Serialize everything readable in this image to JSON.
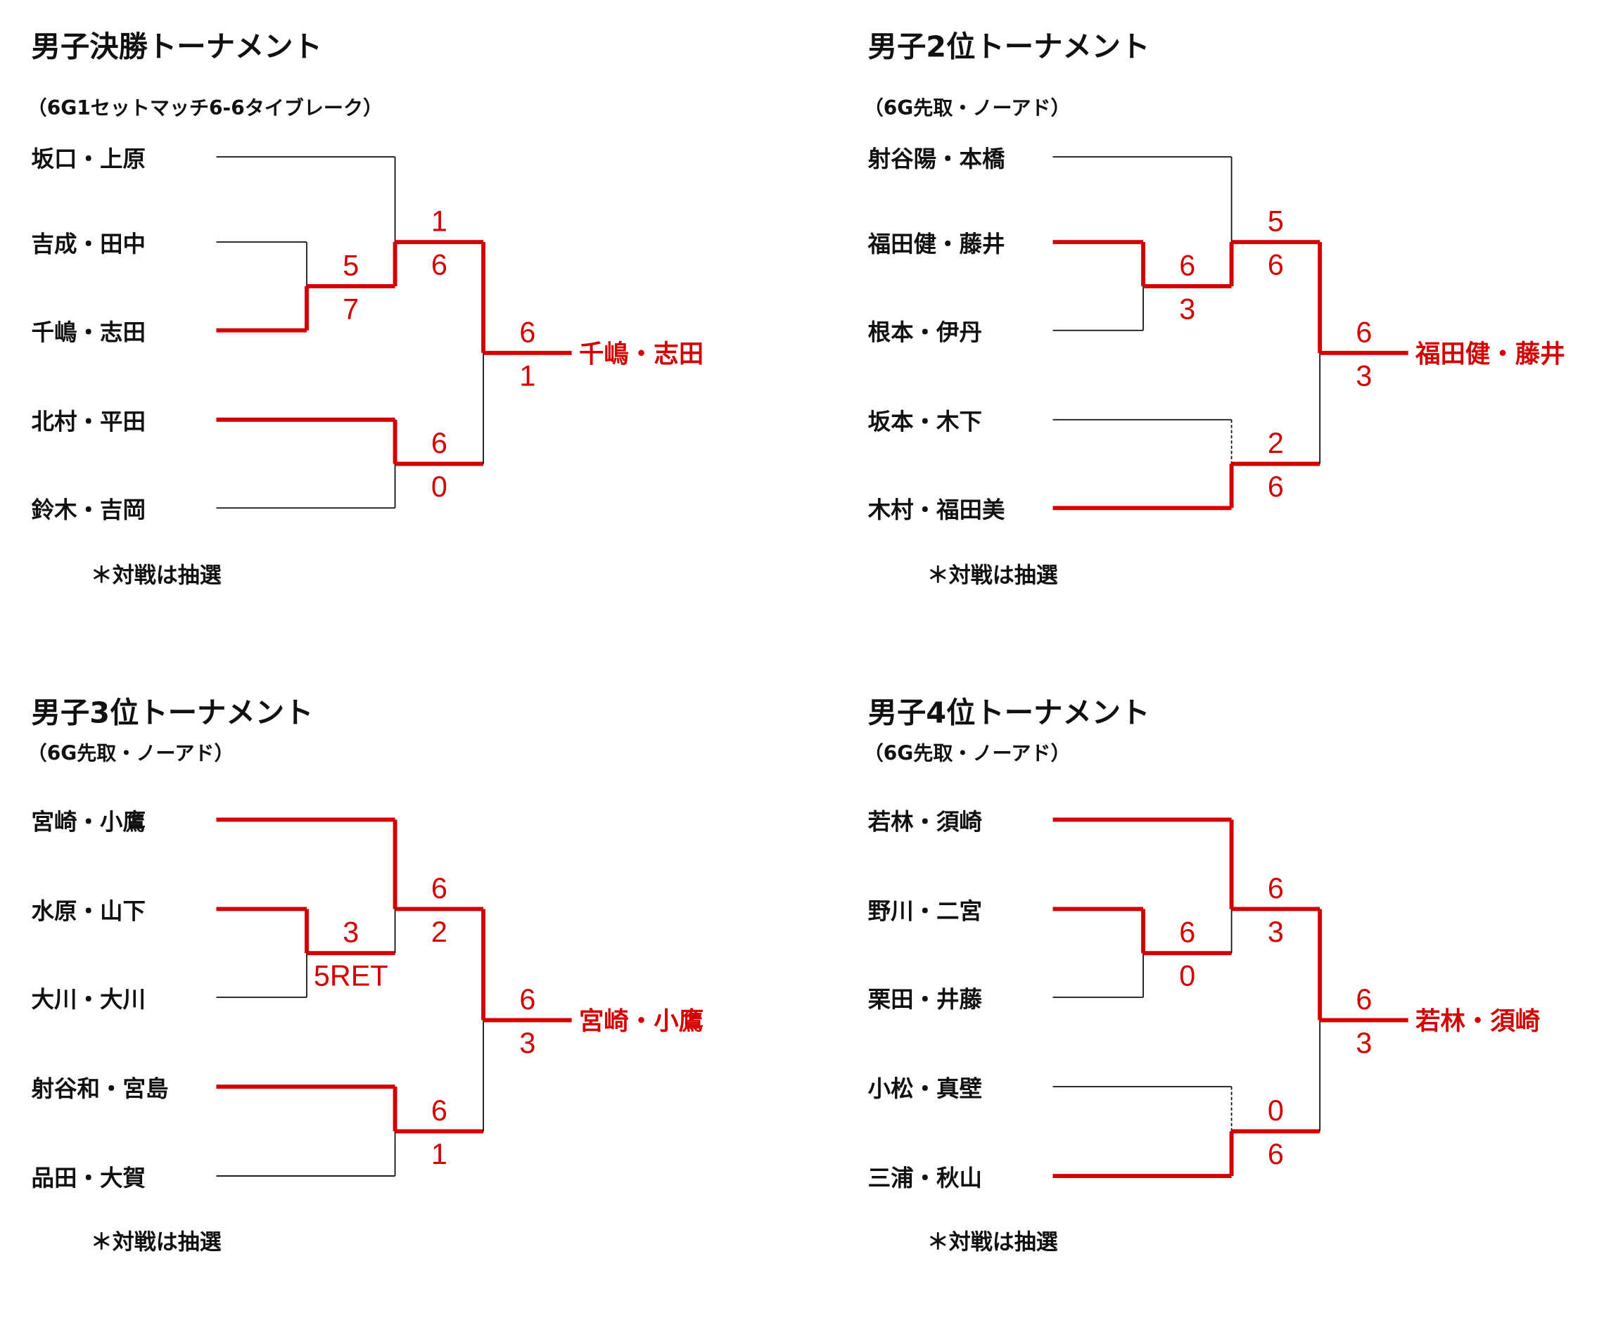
{
  "colors": {
    "accent": "#d40000",
    "text": "#111111"
  },
  "panels": [
    {
      "title": "男子決勝トーナメント",
      "subtitle": "（6G1セットマッチ6-6タイブレーク）",
      "note": "＊対戦は抽選",
      "players": [
        "坂口・上原",
        "吉成・田中",
        "千嶋・志田",
        "北村・平田",
        "鈴木・吉岡"
      ],
      "r1": {
        "scores": [
          "5",
          "7"
        ],
        "winner": "bottom"
      },
      "semi_top": {
        "scores": [
          "1",
          "6"
        ],
        "winner": "bottom"
      },
      "semi_bottom": {
        "scores": [
          "6",
          "0"
        ],
        "winner": "top",
        "top_line_dashed": false
      },
      "final": {
        "scores": [
          "6",
          "1"
        ],
        "winner": "top"
      },
      "champion": "千嶋・志田"
    },
    {
      "title": "男子2位トーナメント",
      "subtitle": "（6G先取・ノーアド）",
      "note": "＊対戦は抽選",
      "players": [
        "射谷陽・本橋",
        "福田健・藤井",
        "根本・伊丹",
        "坂本・木下",
        "木村・福田美"
      ],
      "r1": {
        "scores": [
          "6",
          "3"
        ],
        "winner": "top"
      },
      "semi_top": {
        "scores": [
          "5",
          "6"
        ],
        "winner": "bottom"
      },
      "semi_bottom": {
        "scores": [
          "2",
          "6"
        ],
        "winner": "bottom",
        "top_line_dashed": true
      },
      "final": {
        "scores": [
          "6",
          "3"
        ],
        "winner": "top"
      },
      "champion": "福田健・藤井"
    },
    {
      "title": "男子3位トーナメント",
      "subtitle": "（6G先取・ノーアド）",
      "note": "＊対戦は抽選",
      "players": [
        "宮崎・小鷹",
        "水原・山下",
        "大川・大川",
        "射谷和・宮島",
        "品田・大賀"
      ],
      "r1": {
        "scores": [
          "3",
          "5RET"
        ],
        "winner": "top"
      },
      "semi_top": {
        "scores": [
          "6",
          "2"
        ],
        "winner": "top"
      },
      "semi_bottom": {
        "scores": [
          "6",
          "1"
        ],
        "winner": "top",
        "top_line_dashed": false
      },
      "final": {
        "scores": [
          "6",
          "3"
        ],
        "winner": "top"
      },
      "champion": "宮崎・小鷹"
    },
    {
      "title": "男子4位トーナメント",
      "subtitle": "（6G先取・ノーアド）",
      "note": "＊対戦は抽選",
      "players": [
        "若林・須崎",
        "野川・二宮",
        "栗田・井藤",
        "小松・真壁",
        "三浦・秋山"
      ],
      "r1": {
        "scores": [
          "6",
          "0"
        ],
        "winner": "top"
      },
      "semi_top": {
        "scores": [
          "6",
          "3"
        ],
        "winner": "top"
      },
      "semi_bottom": {
        "scores": [
          "0",
          "6"
        ],
        "winner": "bottom",
        "top_line_dashed": true
      },
      "final": {
        "scores": [
          "6",
          "3"
        ],
        "winner": "top"
      },
      "champion": "若林・須崎"
    }
  ]
}
